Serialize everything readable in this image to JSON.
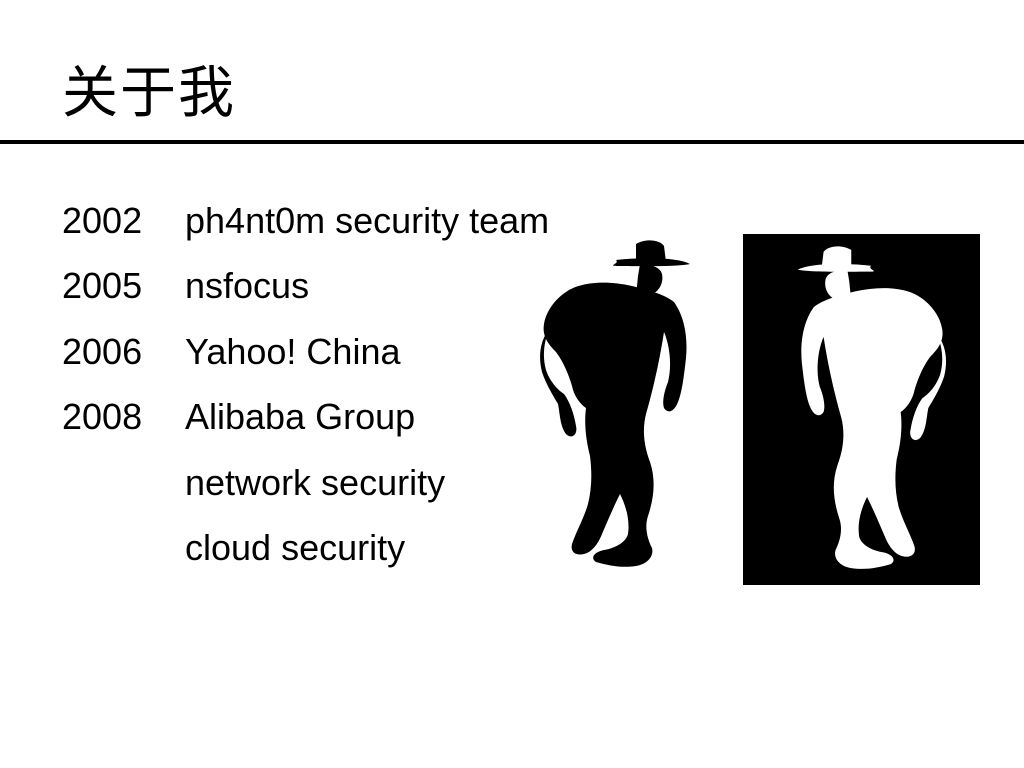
{
  "slide": {
    "title": "关于我",
    "timeline": [
      {
        "year": "2002",
        "label": "ph4nt0m security team"
      },
      {
        "year": "2005",
        "label": "nsfocus"
      },
      {
        "year": "2006",
        "label": "Yahoo! China"
      },
      {
        "year": "2008",
        "label": "Alibaba Group"
      },
      {
        "year": "",
        "label": "network security"
      },
      {
        "year": "",
        "label": "cloud security"
      }
    ]
  },
  "colors": {
    "background": "#ffffff",
    "text": "#000000",
    "silhouette_dark": "#000000",
    "silhouette_light": "#ffffff"
  },
  "icons": {
    "left_figure": "cowboy-silhouette-icon",
    "right_figure": "cowboy-silhouette-inverted-icon"
  }
}
